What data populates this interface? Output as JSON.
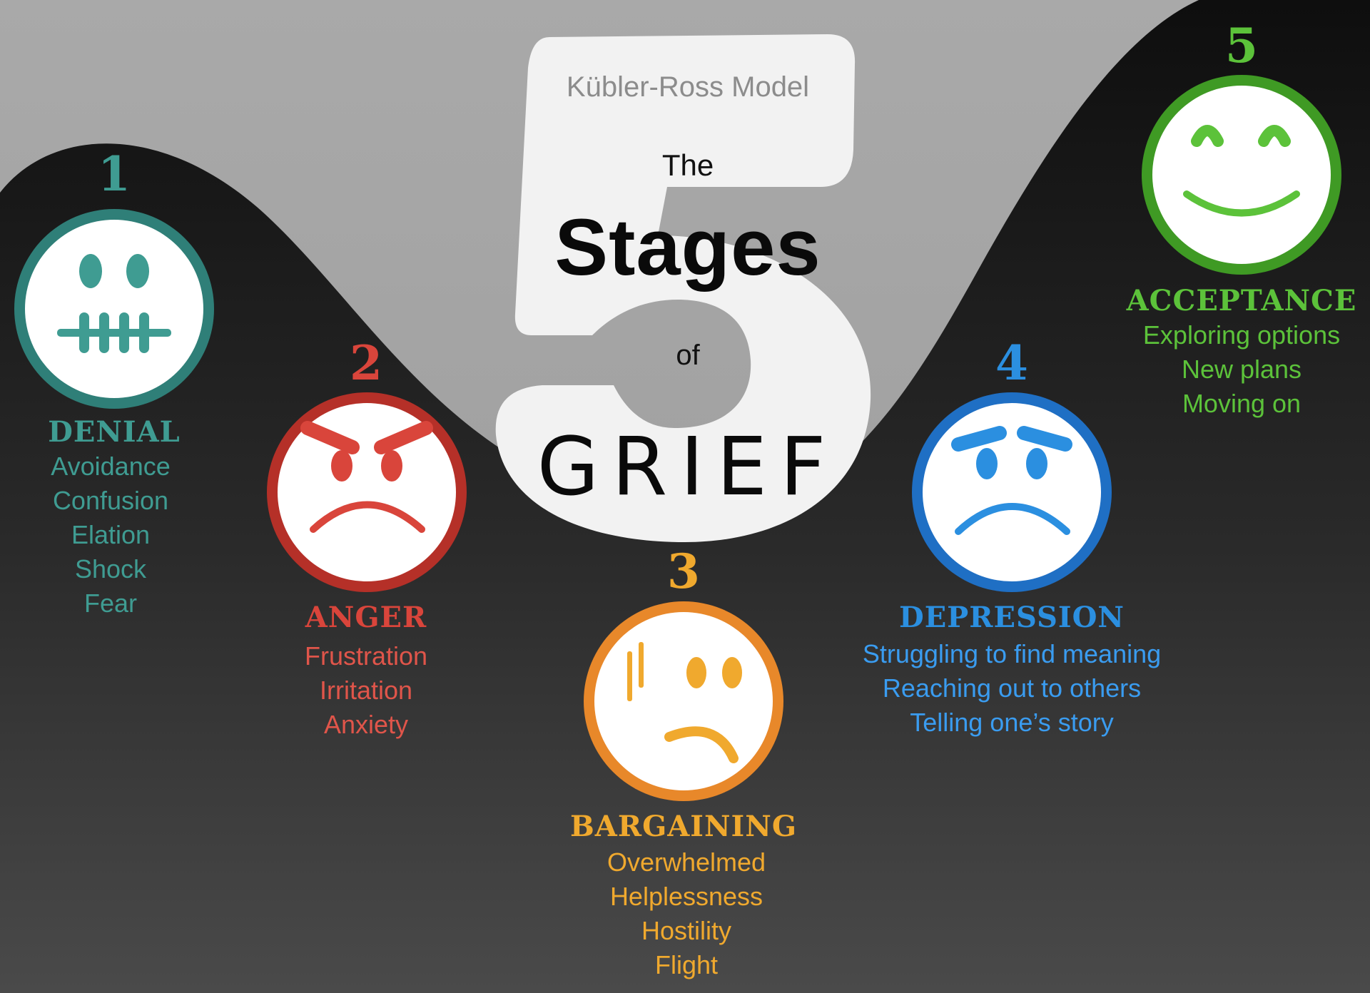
{
  "title": {
    "subtitle": "Kübler-Ross Model",
    "big_number": "5",
    "the": "The",
    "stages": "Stages",
    "of": "of",
    "grief": "GRIEF"
  },
  "colors": {
    "background_top": "#a7a7a7",
    "background_dark": "#141414",
    "number_shape": "#f2f2f2",
    "denial": "#3f9c92",
    "anger": "#d9453b",
    "bargaining": "#f0a92e",
    "depression": "#2b8fe0",
    "acceptance": "#5cc23a"
  },
  "stages": [
    {
      "number": "1",
      "name": "DENIAL",
      "face_icon": "zipped-mouth-face-icon",
      "items": [
        "Avoidance",
        "Confusion",
        "Elation",
        "Shock",
        "Fear"
      ]
    },
    {
      "number": "2",
      "name": "ANGER",
      "face_icon": "angry-face-icon",
      "items": [
        "Frustration",
        "Irritation",
        "Anxiety"
      ]
    },
    {
      "number": "3",
      "name": "BARGAINING",
      "face_icon": "worried-face-icon",
      "items": [
        "Overwhelmed",
        "Helplessness",
        "Hostility",
        "Flight"
      ]
    },
    {
      "number": "4",
      "name": "DEPRESSION",
      "face_icon": "sad-face-icon",
      "items": [
        "Struggling to find meaning",
        "Reaching out to others",
        "Telling one’s story"
      ]
    },
    {
      "number": "5",
      "name": "ACCEPTANCE",
      "face_icon": "smiling-face-icon",
      "items": [
        "Exploring options",
        "New plans",
        "Moving on"
      ]
    }
  ]
}
